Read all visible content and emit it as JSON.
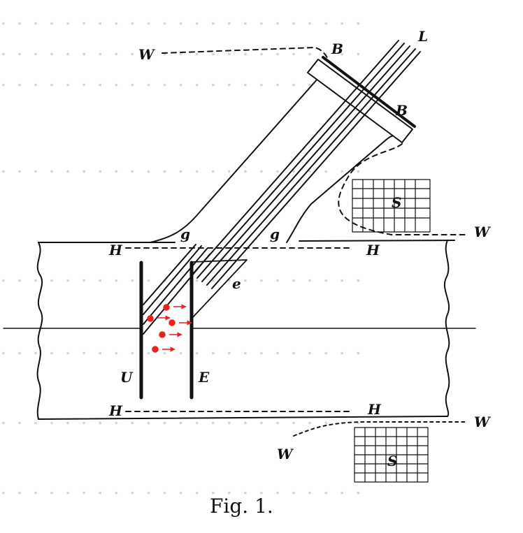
{
  "figure": {
    "caption": "Fig. 1.",
    "labels": {
      "L": "L",
      "B1": "B",
      "B2": "B",
      "W_top": "W",
      "W_right": "W",
      "W_lower_right": "W",
      "W_lower_left": "W",
      "g_left": "g",
      "g_right": "g",
      "H_left_top": "H",
      "H_right_top": "H",
      "H_left_bottom": "H",
      "H_right_bottom": "H",
      "e": "e",
      "U": "U",
      "E": "E",
      "S_upper": "S",
      "S_lower": "S"
    },
    "colors": {
      "ink": "#111111",
      "particles": "#e8221c",
      "background_text": "#d6d6d6"
    }
  }
}
